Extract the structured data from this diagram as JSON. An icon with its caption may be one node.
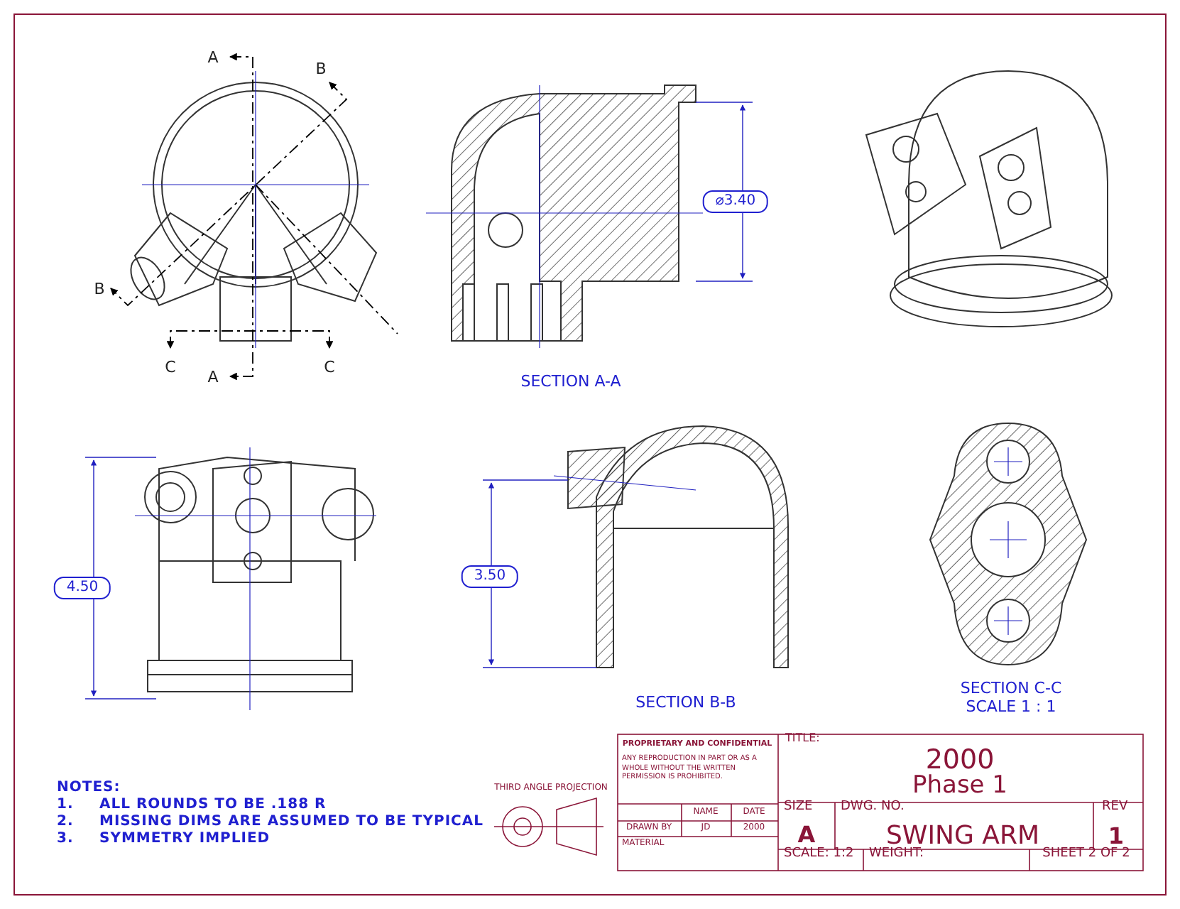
{
  "diagram": {
    "labels": [
      "A",
      "B",
      "B",
      "C",
      "A",
      "C",
      "SECTION A-A",
      "⌀3.40",
      "4.50",
      "3.50",
      "SECTION B-B",
      "SECTION C-C",
      "SCALE 1 : 1",
      "PROPRIETARY AND CONFIDENTIAL",
      "ANY REPRODUCTION IN PART OR AS A WHOLE WITHOUT THE WRITTEN PERMISSION IS PROHIBITED.",
      "NOTES:",
      "1.",
      "ALL ROUNDS TO BE .188 R",
      "2.",
      "MISSING DIMS ARE ASSUMED TO BE TYPICAL",
      "3.",
      "SYMMETRY IMPLIED",
      "THIRD ANGLE PROJECTION",
      "NAME",
      "DATE",
      "DRAWN BY",
      "JD",
      "2000",
      "MATERIAL",
      "TITLE:",
      "2000",
      "Phase 1",
      "SIZE",
      "A",
      "DWG. NO.",
      "SWING ARM",
      "REV",
      "1",
      "SCALE: 1:2",
      "WEIGHT:",
      "SHEET 2 OF 2"
    ]
  }
}
